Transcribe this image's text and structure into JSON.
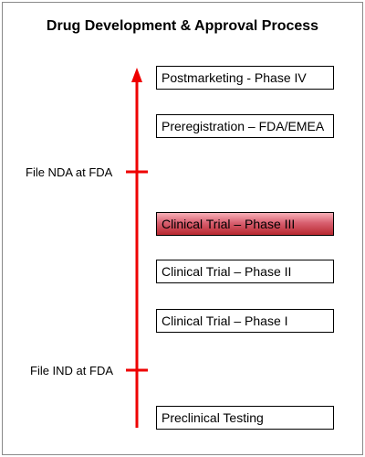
{
  "title": "Drug Development & Approval Process",
  "colors": {
    "axis": "#ee0000",
    "highlight": "#c83a46",
    "box_border": "#000000"
  },
  "milestones": [
    {
      "label": "File NDA at FDA"
    },
    {
      "label": "File IND at FDA"
    }
  ],
  "stages": [
    {
      "label": "Postmarketing - Phase IV",
      "highlighted": false
    },
    {
      "label": "Preregistration – FDA/EMEA",
      "highlighted": false
    },
    {
      "label": "Clinical Trial – Phase III",
      "highlighted": true
    },
    {
      "label": "Clinical Trial – Phase II",
      "highlighted": false
    },
    {
      "label": "Clinical Trial – Phase I",
      "highlighted": false
    },
    {
      "label": "Preclinical Testing",
      "highlighted": false
    }
  ]
}
